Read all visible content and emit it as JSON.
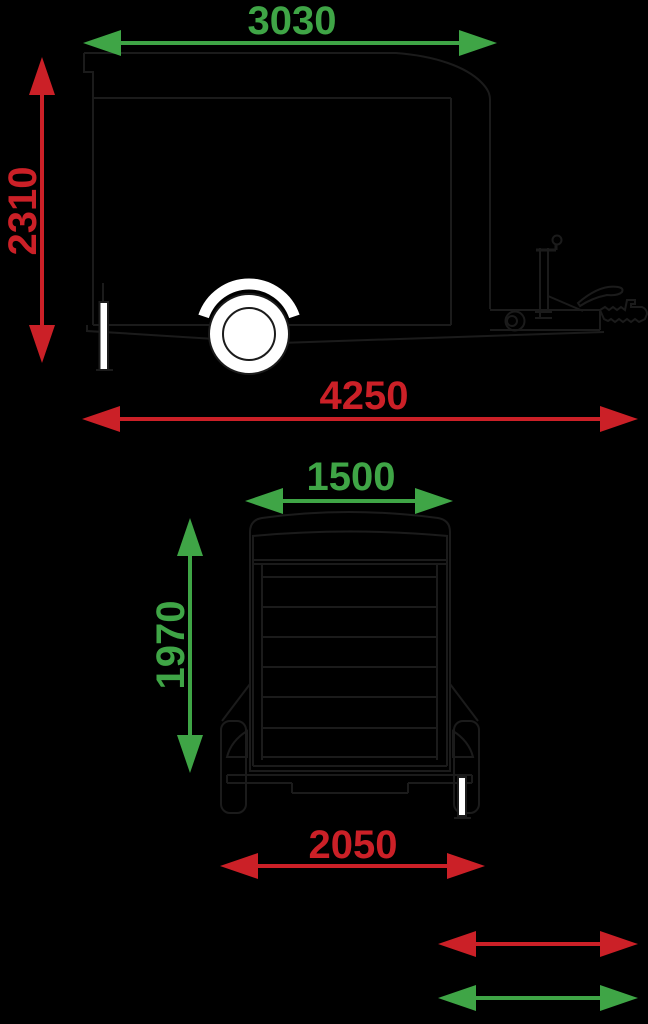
{
  "diagram_title": "trailer-dimension-diagram",
  "colors": {
    "background": "#000000",
    "line_art": "#1B1B1B",
    "white": "#FFFFFF",
    "dimension_green": "#3FA546",
    "dimension_red": "#CB2027"
  },
  "dimensions": {
    "side": {
      "box_length_top": "3030",
      "overall_height": "2310",
      "overall_length": "4250"
    },
    "rear": {
      "body_width_top": "1500",
      "inner_height": "1970",
      "overall_width": "2050"
    }
  },
  "legend": {
    "red_arrow": "red-dimension-arrow",
    "green_arrow": "green-dimension-arrow"
  }
}
